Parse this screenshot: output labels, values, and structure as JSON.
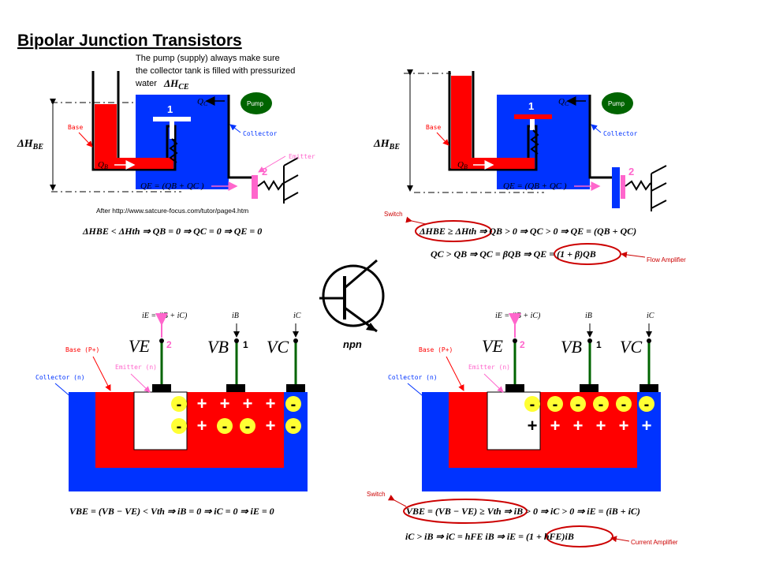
{
  "title": "Bipolar Junction Transistors",
  "pump_note": [
    "The pump (supply) always make sure",
    "the collector tank is filled with pressurized",
    "water"
  ],
  "pump_note_symbol": "ΔH",
  "pump_note_sub": "CE",
  "attribution": "After http://www.satcure-focus.com/tutor/page4.htm",
  "water": {
    "pump_label": "Pump",
    "base_label": "Base",
    "collector_label": "Collector",
    "emitter_label": "Emitter",
    "valve1": "1",
    "valve2": "2",
    "dh_symbol": "ΔH",
    "dh_sub": "BE",
    "qc": "Q",
    "qc_sub": "C",
    "qb": "Q",
    "qb_sub": "B",
    "qe_eq": "Q",
    "qe_rest": "E = (Q",
    "qe_tail": "B + Q",
    "qe_end": "C )"
  },
  "eq_left_off": "ΔHBE < ΔHth ⇒ QB = 0 ⇒ QC = 0 ⇒ QE = 0",
  "eq_right_on": "ΔHBE ≥ ΔHth ⇒ QB > 0 ⇒ QC > 0 ⇒ QE = (QB + QC)",
  "eq_right_amp": "QC > QB ⇒ QC = βQB ⇒ QE = (1 + β)QB",
  "switch_label": "Switch",
  "flow_amp_label": "Flow Amplifier",
  "current_amp_label": "Current Amplifier",
  "npn_label": "npn",
  "semi": {
    "ie_eq": "iE = (iB + iC)",
    "ib": "iB",
    "ic": "iC",
    "ve": "VE",
    "vb": "VB",
    "vc": "VC",
    "n2": "2",
    "n1": "1",
    "base_label": "Base (P+)",
    "emitter_label": "Emitter (n)",
    "collector_label": "Collector (n)"
  },
  "left_charges_top": [
    "-",
    "+",
    "+",
    "+",
    "+",
    "-"
  ],
  "left_charges_bottom": [
    "-",
    "+",
    "-",
    "-",
    "+",
    "-"
  ],
  "right_charges_top": [
    "-",
    "-",
    "-",
    "-",
    "-",
    "-"
  ],
  "right_charges_bottom": [
    "+",
    "+",
    "+",
    "+",
    "+",
    "+"
  ],
  "eq_semi_off": "VBE = (VB − VE) < Vth ⇒ iB = 0 ⇒ iC = 0 ⇒ iE = 0",
  "eq_semi_on": "VBE = (VB − VE) ≥ Vth ⇒ iB > 0 ⇒ iC > 0 ⇒ iE = (iB + iC)",
  "eq_semi_amp": "iC > iB ⇒ iC = hFE iB ⇒ iE = (1 + hFE)iB",
  "colors": {
    "blue": "#0033ff",
    "red": "#ff0000",
    "green": "#006400",
    "pink": "#ff66cc",
    "yellow": "#ffff33",
    "dark_red": "#cc0000"
  }
}
